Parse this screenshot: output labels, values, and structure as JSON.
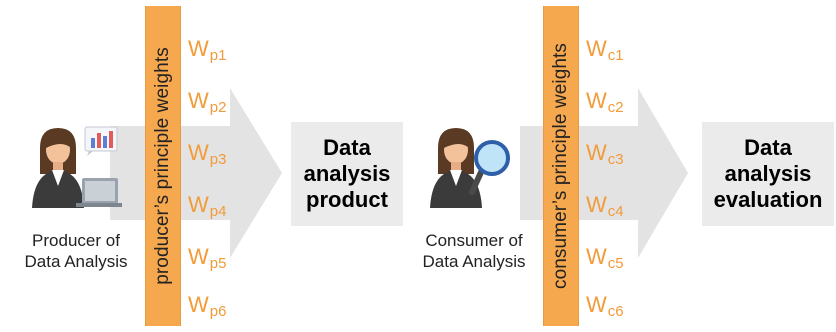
{
  "producer": {
    "caption_lines": [
      "Producer of",
      "Data Analysis"
    ],
    "bar_label": "producer’s principle weights",
    "weight_symbol": "W",
    "weights": [
      "p1",
      "p2",
      "p3",
      "p4",
      "p5",
      "p6"
    ],
    "product_lines": [
      "Data",
      "analysis",
      "product"
    ]
  },
  "consumer": {
    "caption_lines": [
      "Consumer of",
      "Data Analysis"
    ],
    "bar_label": "consumer’s principle weights",
    "weight_symbol": "W",
    "weights": [
      "c1",
      "c2",
      "c3",
      "c4",
      "c5",
      "c6"
    ],
    "product_lines": [
      "Data",
      "analysis",
      "evaluation"
    ]
  },
  "colors": {
    "bar": "#f6a84e",
    "weight_text": "#f29b3a",
    "arrow": "#e3e3e3",
    "box": "#ebebeb"
  },
  "icons": [
    "analyst-woman-icon",
    "magnifier-woman-icon",
    "bar-chart-icon",
    "laptop-icon"
  ]
}
